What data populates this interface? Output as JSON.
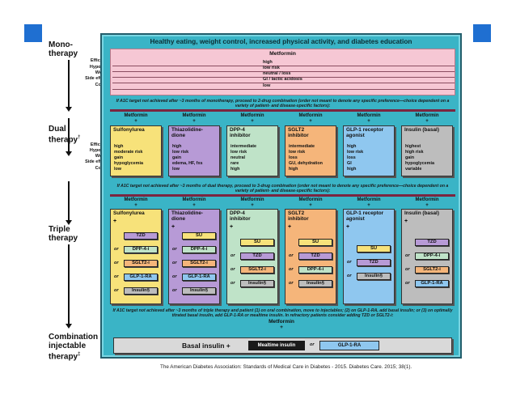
{
  "title": "Healthy eating, weight control, increased physical activity, and diabetes education",
  "stages": {
    "mono": "Mono-\ntherapy",
    "dual": "Dual\ntherapy",
    "dual_sup": "†",
    "triple": "Triple\ntherapy",
    "combo": "Combination\ninjectable\ntherapy",
    "combo_sup": "‡"
  },
  "row_labels": {
    "mono": [
      "Efficacy†",
      "Hypo risk",
      "Weight",
      "Side effects",
      "Costs†"
    ],
    "dual": [
      "Efficacy†",
      "Hypo risk",
      "Weight",
      "Side effects",
      "Costs†"
    ]
  },
  "mono": {
    "header": "Metformin",
    "values": [
      "high",
      "low risk",
      "neutral / loss",
      "GI / lactic acidosis",
      "low"
    ]
  },
  "notes": {
    "to_dual": "If A1C target not achieved after ~3 months of monotherapy, proceed to 2-drug combination (order not meant to denote any specific preference—choice dependent on a variety of patient- and disease-specific factors):",
    "to_triple": "If A1C target not achieved after ~3 months of dual therapy, proceed to 3-drug combination (order not meant to denote any specific preference—choice dependent on a variety of patient- and disease-specific factors):",
    "to_combo": "If A1C target not achieved after ~3 months of triple therapy and patient (1) on oral combination, move to injectables; (2) on GLP-1-RA, add basal insulin; or (3) on optimally titrated basal insulin, add GLP-1-RA or mealtime insulin. In refractory patients consider adding TZD or SGLT2-i:"
  },
  "metformin_plus": "Metformin\n+",
  "dual_columns": [
    {
      "name": "Sulfonylurea",
      "color": "#f7e27a",
      "values": [
        "high",
        "moderate risk",
        "gain",
        "hypoglycemia",
        "low"
      ]
    },
    {
      "name": "Thiazolidine-\ndione",
      "color": "#b79ad6",
      "values": [
        "high",
        "low risk",
        "gain",
        "edema, HF, fxs",
        "low"
      ]
    },
    {
      "name": "DPP-4\ninhibitor",
      "color": "#bfe3c8",
      "values": [
        "intermediate",
        "low risk",
        "neutral",
        "rare",
        "high"
      ]
    },
    {
      "name": "SGLT2\ninhibitor",
      "color": "#f5b57a",
      "values": [
        "intermediate",
        "low risk",
        "loss",
        "GU, dehydration",
        "high"
      ]
    },
    {
      "name": "GLP-1 receptor\nagonist",
      "color": "#8fc7ef",
      "values": [
        "high",
        "low risk",
        "loss",
        "GI",
        "high"
      ]
    },
    {
      "name": "Insulin (basal)",
      "color": "#bdbdbd",
      "values": [
        "highest",
        "high risk",
        "gain",
        "hypoglycemia",
        "variable"
      ]
    }
  ],
  "triple_columns": [
    {
      "name": "Sulfonylurea",
      "color": "#f7e27a",
      "options": [
        "TZD",
        "DPP-4-i",
        "SGLT2-i",
        "GLP-1-RA",
        "Insulin§"
      ]
    },
    {
      "name": "Thiazolidine-\ndione",
      "color": "#b79ad6",
      "options": [
        "SU",
        "DPP-4-i",
        "SGLT2-i",
        "GLP-1-RA",
        "Insulin§"
      ]
    },
    {
      "name": "DPP-4\ninhibitor",
      "color": "#bfe3c8",
      "options": [
        "SU",
        "TZD",
        "SGLT2-i",
        "Insulin§"
      ]
    },
    {
      "name": "SGLT2\ninhibitor",
      "color": "#f5b57a",
      "options": [
        "SU",
        "TZD",
        "DPP-4-i",
        "Insulin§"
      ]
    },
    {
      "name": "GLP-1 receptor\nagonist",
      "color": "#8fc7ef",
      "options": [
        "SU",
        "TZD",
        "Insulin§"
      ]
    },
    {
      "name": "Insulin (basal)",
      "color": "#bdbdbd",
      "options": [
        "TZD",
        "DPP-4-i",
        "SGLT2-i",
        "GLP-1-RA"
      ]
    }
  ],
  "chip_colors": {
    "TZD": "#b79ad6",
    "SU": "#f7e27a",
    "DPP-4-i": "#bfe3c8",
    "SGLT2-i": "#f5b57a",
    "GLP-1-RA": "#8fc7ef",
    "Insulin§": "#bdbdbd"
  },
  "or_label": "or",
  "combo": {
    "metformin": "Metformin\n+",
    "basal": "Basal insulin +",
    "mealtime": "Mealtime insulin",
    "or": "or",
    "glp": "GLP-1-RA"
  },
  "citation": "The American Diabetes Association: Standards of Medical Care in Diabetes - 2015. Diabetes Care. 2015; 38(1)."
}
